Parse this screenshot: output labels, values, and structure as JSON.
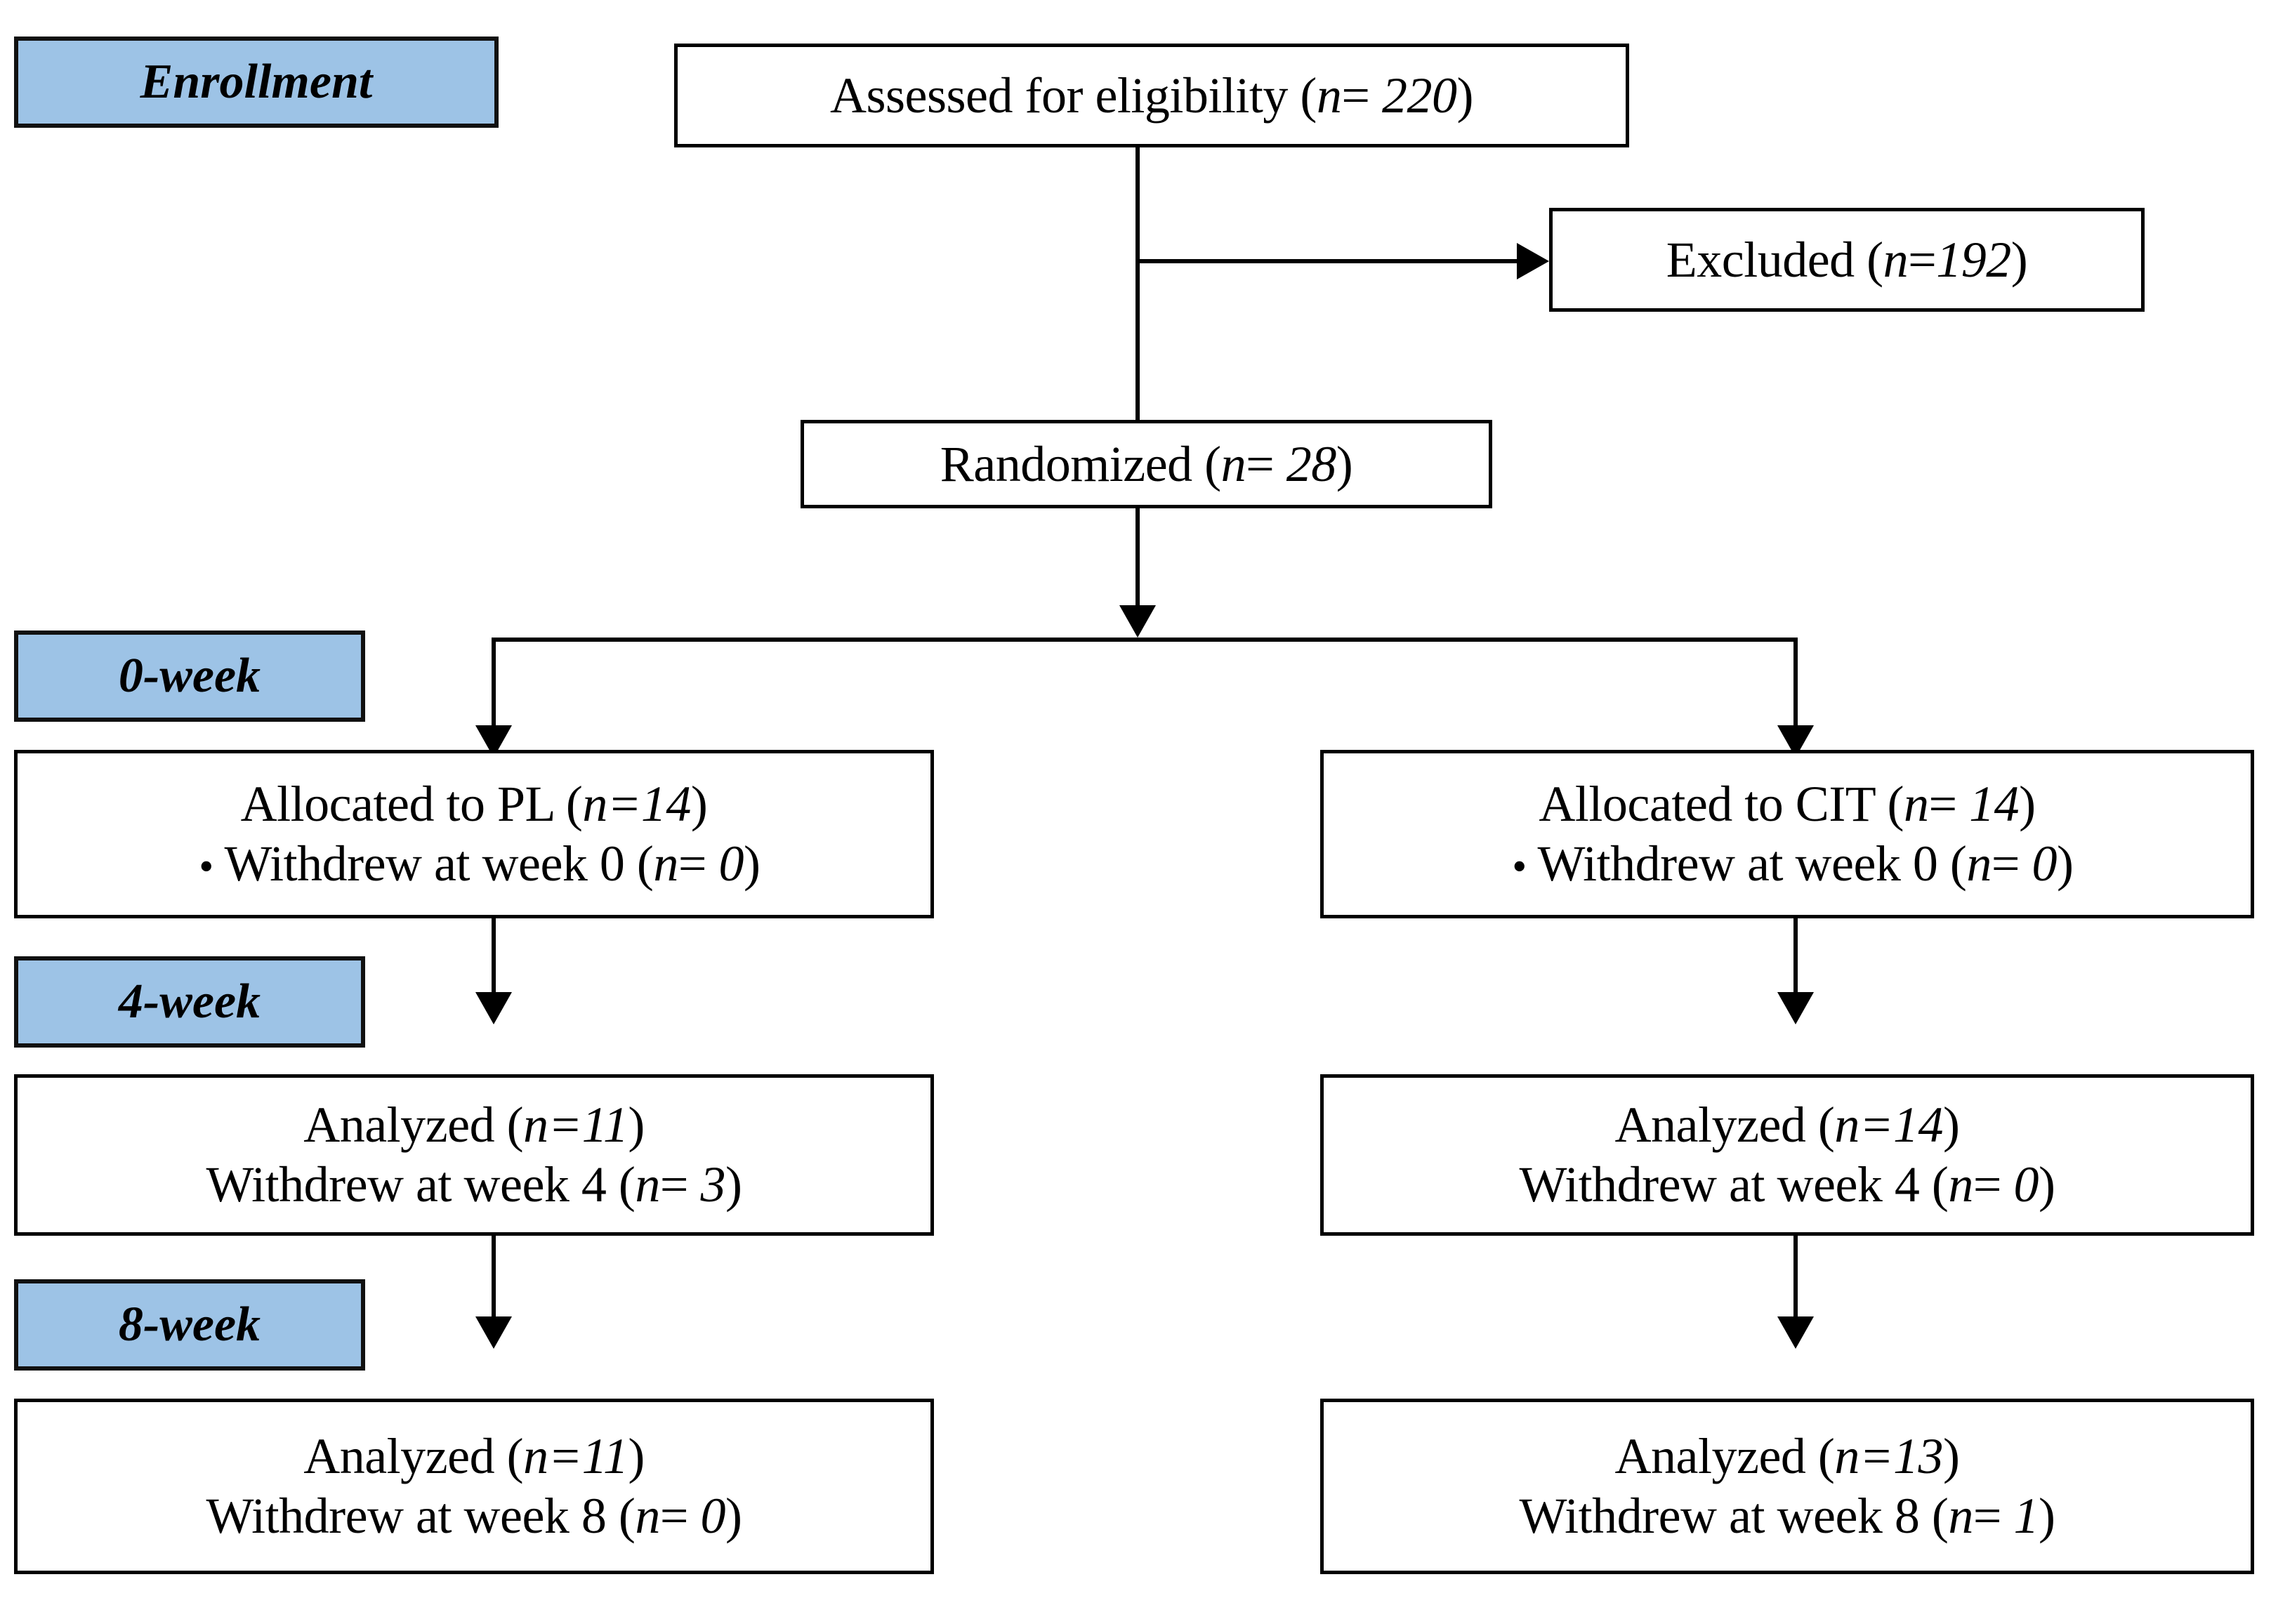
{
  "diagram": {
    "title": "CONSORT participant flow diagram",
    "accent_color": "#9DC3E6",
    "line_color": "#000000",
    "background_color": "#FFFFFF"
  },
  "stage_labels": {
    "enrollment": "Enrollment",
    "week0": "0-week",
    "week4": "4-week",
    "week8": "8-week"
  },
  "nodes": {
    "assessed": {
      "text": "Assessed for eligibility (",
      "n_label": "n",
      "eq": "= ",
      "value": "220",
      "close": ")"
    },
    "excluded": {
      "text": "Excluded (",
      "n_label": "n",
      "eq": "=",
      "value": "192",
      "close": ")"
    },
    "randomized": {
      "text": "Randomized (",
      "n_label": "n",
      "eq": "= ",
      "value": "28",
      "close": ")"
    },
    "alloc_pl": {
      "line1_text": "Allocated to PL (",
      "line1_n": "n",
      "line1_eq": "=",
      "line1_value": "14",
      "line1_close": ")",
      "bullet": "•",
      "line2_text": "Withdrew at week 0 (",
      "line2_n": "n",
      "line2_eq": "= ",
      "line2_value": "0",
      "line2_close": ")"
    },
    "alloc_cit": {
      "line1_text": "Allocated to CIT (",
      "line1_n": "n",
      "line1_eq": "= ",
      "line1_value": "14",
      "line1_close": ")",
      "bullet": "•",
      "line2_text": "Withdrew at week 0 (",
      "line2_n": "n",
      "line2_eq": "= ",
      "line2_value": "0",
      "line2_close": ")"
    },
    "pl_week4": {
      "line1_text": "Analyzed (",
      "line1_n": "n",
      "line1_eq": "=",
      "line1_value": "11",
      "line1_close": ")",
      "line2_text": "Withdrew at week 4 (",
      "line2_n": "n",
      "line2_eq": "= ",
      "line2_value": "3",
      "line2_close": ")"
    },
    "cit_week4": {
      "line1_text": "Analyzed (",
      "line1_n": "n",
      "line1_eq": "=",
      "line1_value": "14",
      "line1_close": ")",
      "line2_text": "Withdrew at week 4 (",
      "line2_n": "n",
      "line2_eq": "= ",
      "line2_value": "0",
      "line2_close": ")"
    },
    "pl_week8": {
      "line1_text": "Analyzed (",
      "line1_n": "n",
      "line1_eq": "=",
      "line1_value": "11",
      "line1_close": ")",
      "line2_text": "Withdrew at week 8 (",
      "line2_n": "n",
      "line2_eq": "= ",
      "line2_value": "0",
      "line2_close": ")"
    },
    "cit_week8": {
      "line1_text": "Analyzed (",
      "line1_n": "n",
      "line1_eq": "=",
      "line1_value": "13",
      "line1_close": ")",
      "line2_text": "Withdrew at week 8 (",
      "line2_n": "n",
      "line2_eq": "= ",
      "line2_value": "1",
      "line2_close": ")"
    }
  },
  "chart_data": {
    "type": "diagram",
    "title": "CONSORT flow diagram",
    "flow": [
      {
        "stage": "Enrollment",
        "node": "Assessed for eligibility",
        "n": 220
      },
      {
        "stage": "Enrollment",
        "node": "Excluded",
        "n": 192
      },
      {
        "stage": "Enrollment",
        "node": "Randomized",
        "n": 28
      },
      {
        "stage": "0-week",
        "node": "Allocated to PL",
        "n": 14,
        "withdrew": 0
      },
      {
        "stage": "0-week",
        "node": "Allocated to CIT",
        "n": 14,
        "withdrew": 0
      },
      {
        "stage": "4-week",
        "node": "PL Analyzed",
        "n": 11,
        "withdrew": 3
      },
      {
        "stage": "4-week",
        "node": "CIT Analyzed",
        "n": 14,
        "withdrew": 0
      },
      {
        "stage": "8-week",
        "node": "PL Analyzed",
        "n": 11,
        "withdrew": 0
      },
      {
        "stage": "8-week",
        "node": "CIT Analyzed",
        "n": 13,
        "withdrew": 1
      }
    ]
  }
}
